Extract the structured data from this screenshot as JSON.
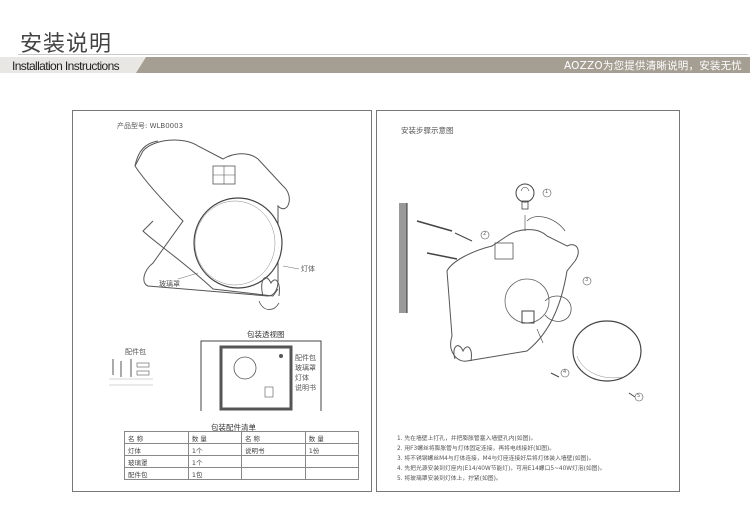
{
  "header": {
    "title": "安装说明",
    "subtitle": "Installation Instructions",
    "tagline": "AOZZO为您提供清晰说明，安装无忧",
    "band_color": "#a59e92"
  },
  "panel_left": {
    "product_no": "产品型号: WLB0003",
    "label_lamp_body": "灯体",
    "label_shade": "玻璃罩",
    "package_view_title": "包装透视图",
    "accessory_pack_label": "配件包",
    "legend": [
      "配件包",
      "玻璃罩",
      "灯体",
      "说明书"
    ],
    "list_title": "包装配件清单",
    "table": {
      "headers": [
        "名  称",
        "数  量",
        "名  称",
        "数  量"
      ],
      "rows": [
        [
          "灯体",
          "1个",
          "说明书",
          "1份"
        ],
        [
          "玻璃罩",
          "1个",
          "",
          ""
        ],
        [
          "配件包",
          "1包",
          "",
          ""
        ]
      ]
    }
  },
  "panel_right": {
    "diagram_title": "安装步骤示意图",
    "step_numbers": [
      "1",
      "2",
      "3",
      "4",
      "5"
    ],
    "notes": [
      "1. 先在墙壁上打孔，并把膨胀管塞入墙壁孔内(如图)。",
      "2. 用F3螺丝将膨胀管与灯体固定连接，再将电线接好(如图)。",
      "3. 将不锈钢螺丝M4与灯体连接，M4与灯座连接好后将灯体装入墙壁(如图)。",
      "4. 先把光源安装到灯座内(E14/40W节能灯)，可用E14螺口5~40W灯泡(如图)。",
      "5. 将玻璃罩安装到灯体上，拧紧(如图)。"
    ]
  }
}
